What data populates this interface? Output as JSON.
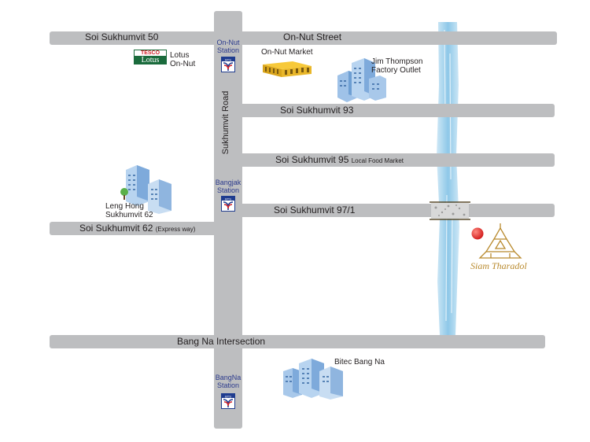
{
  "roads": {
    "soi_50": "Soi Sukhumvit 50",
    "on_nut_street": "On-Nut Street",
    "soi_93": "Soi Sukhumvit 93",
    "soi_95": "Soi Sukhumvit 95",
    "soi_95_note": "Local Food Market",
    "soi_97_1": "Soi Sukhumvit 97/1",
    "soi_62": "Soi Sukhumvit 62",
    "soi_62_note": "(Express way)",
    "sukhumvit_road": "Sukhumvit Road",
    "bang_na": "Bang Na Intersection"
  },
  "stations": {
    "on_nut_line1": "On-Nut",
    "on_nut_line2": "Station",
    "bangjak_line1": "Bangjak",
    "bangjak_line2": "Station",
    "bangna_line1": "BangNa",
    "bangna_line2": "Station",
    "bts_label": "BTS"
  },
  "places": {
    "tesco_top": "TESCO",
    "tesco_bottom": "Lotus",
    "lotus_line1": "Lotus",
    "lotus_line2": "On-Nut",
    "on_nut_market": "On-Nut Market",
    "jim_line1": "Jim Thompson",
    "jim_line2": "Factory Outlet",
    "leng_line1": "Leng Hong",
    "leng_line2": "Sukhumvit 62",
    "bitec": "Bitec Bang Na",
    "siam": "Siam Tharadol"
  },
  "colors": {
    "road": "#bdbec0",
    "river": "#8ec8e8",
    "marker": "#e02020",
    "bts_blue": "#1f3c8f",
    "bts_red": "#d2232a",
    "tesco_green": "#1a6b3c",
    "siam_gold": "#b98a2e"
  }
}
